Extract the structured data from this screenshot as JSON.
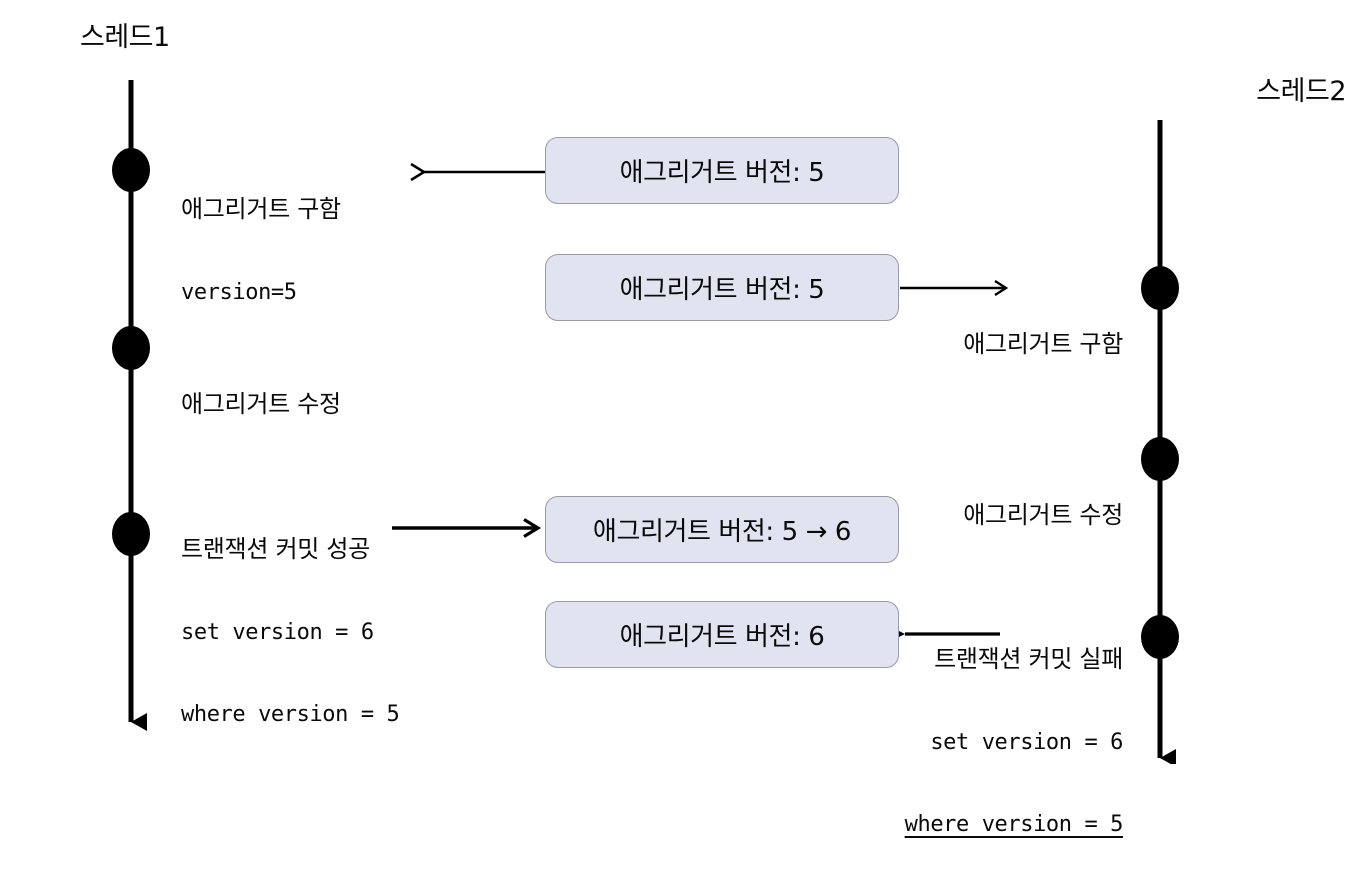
{
  "diagram": {
    "title_semantic": "optimistic-locking-two-thread-sequence",
    "background_color": "#ffffff",
    "box_fill_color": "#e1e3f1",
    "box_border_color": "#9a9aa8",
    "line_color": "#000000"
  },
  "threads": [
    {
      "id": "thread1",
      "title": "스레드1",
      "side": "left",
      "events": [
        {
          "id": "t1-acquire",
          "lines": [
            "애그리거트 구함",
            "version=5"
          ],
          "mono_lines": [
            false,
            true
          ],
          "underline_last": false,
          "align": "left"
        },
        {
          "id": "t1-modify",
          "lines": [
            "애그리거트 수정"
          ],
          "mono_lines": [
            false
          ],
          "underline_last": false,
          "align": "left"
        },
        {
          "id": "t1-commit",
          "lines": [
            "트랜잭션 커밋 성공",
            "set version = 6",
            "where version = 5"
          ],
          "mono_lines": [
            false,
            true,
            true
          ],
          "underline_last": false,
          "align": "left"
        }
      ]
    },
    {
      "id": "thread2",
      "title": "스레드2",
      "side": "right",
      "events": [
        {
          "id": "t2-acquire",
          "lines": [
            "애그리거트 구함"
          ],
          "mono_lines": [
            false
          ],
          "underline_last": false,
          "align": "right"
        },
        {
          "id": "t2-modify",
          "lines": [
            "애그리거트 수정"
          ],
          "mono_lines": [
            false
          ],
          "underline_last": false,
          "align": "right"
        },
        {
          "id": "t2-commit",
          "lines": [
            "트랜잭션 커밋 실패",
            "set version = 6",
            "where version = 5"
          ],
          "mono_lines": [
            false,
            true,
            true
          ],
          "underline_last": true,
          "align": "right"
        }
      ]
    }
  ],
  "version_boxes": [
    {
      "id": "box-1",
      "text": "애그리거트 버전: 5"
    },
    {
      "id": "box-2",
      "text": "애그리거트 버전: 5"
    },
    {
      "id": "box-3",
      "text": "애그리거트 버전: 5 → 6"
    },
    {
      "id": "box-4",
      "text": "애그리거트 버전: 6"
    }
  ],
  "arrows": [
    {
      "id": "arrow-box1-to-thread1",
      "direction": "left",
      "head": "open",
      "weight": "thin"
    },
    {
      "id": "arrow-box2-to-thread2",
      "direction": "right",
      "head": "open",
      "weight": "thin"
    },
    {
      "id": "arrow-thread1-to-box3",
      "direction": "right",
      "head": "open",
      "weight": "thick"
    },
    {
      "id": "arrow-thread2-to-box4",
      "direction": "left",
      "head": "filled",
      "weight": "thin"
    }
  ]
}
